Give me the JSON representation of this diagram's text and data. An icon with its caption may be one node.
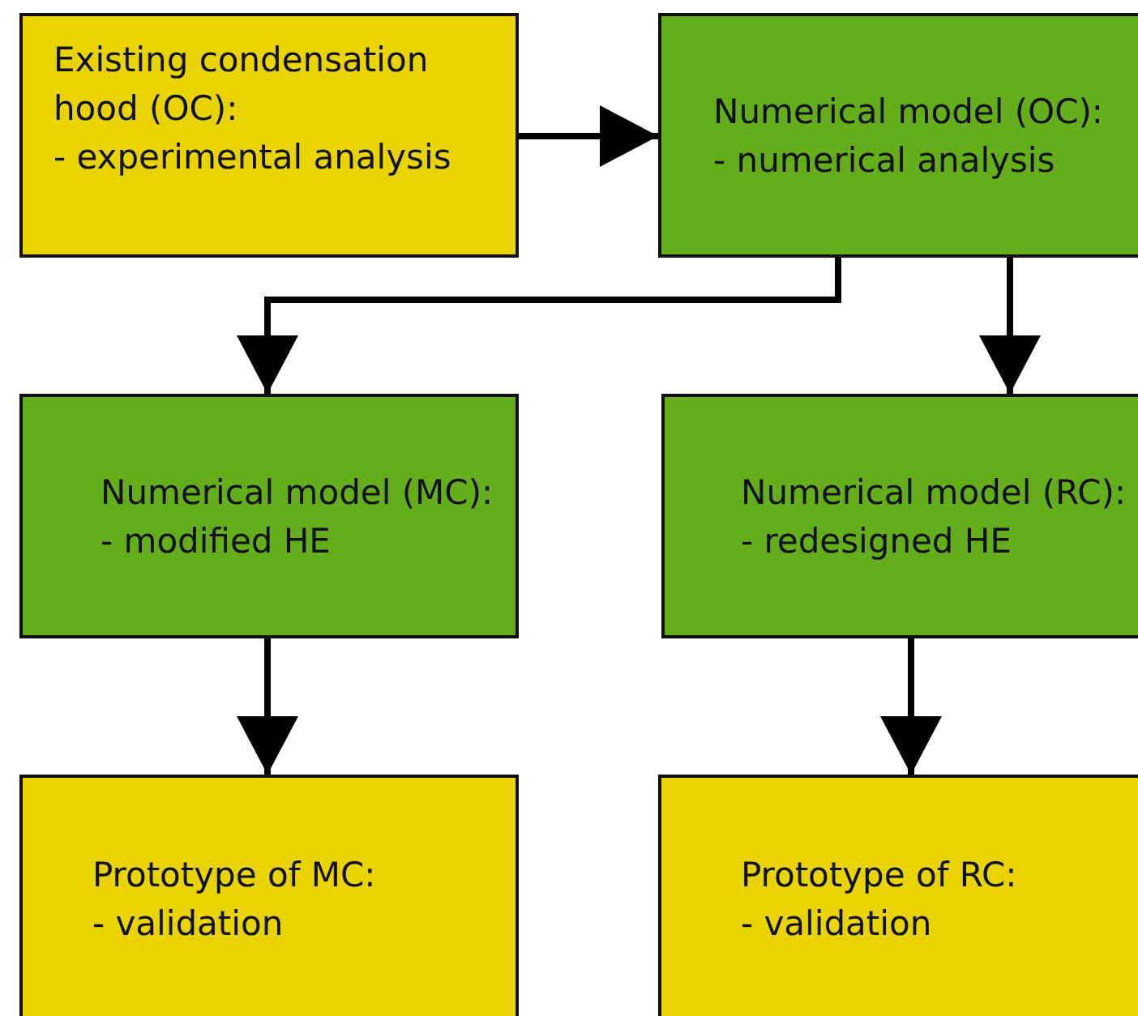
{
  "diagram": {
    "nodes": [
      {
        "text": [
          "Existing condensation hood (OC):",
          "- experimental analysis"
        ]
      },
      {
        "text": [
          "Numerical model (OC):",
          "- numerical analysis"
        ]
      },
      {
        "text": [
          "Numerical model (MC):",
          "- modified HE"
        ]
      },
      {
        "text": [
          "Numerical model (RC):",
          "- redesigned HE"
        ]
      },
      {
        "text": [
          "Prototype of MC:",
          "- validation"
        ]
      },
      {
        "text": [
          "Prototype of RC:",
          "- validation"
        ]
      }
    ],
    "edges": [
      {
        "from": 0,
        "to": 1,
        "arrow": "to"
      },
      {
        "from": 1,
        "to": 2,
        "arrow": "to"
      },
      {
        "from": 1,
        "to": 3,
        "arrow": "to"
      },
      {
        "from": 2,
        "to": 4,
        "arrow": "to"
      },
      {
        "from": 3,
        "to": 5,
        "arrow": "to"
      }
    ]
  }
}
